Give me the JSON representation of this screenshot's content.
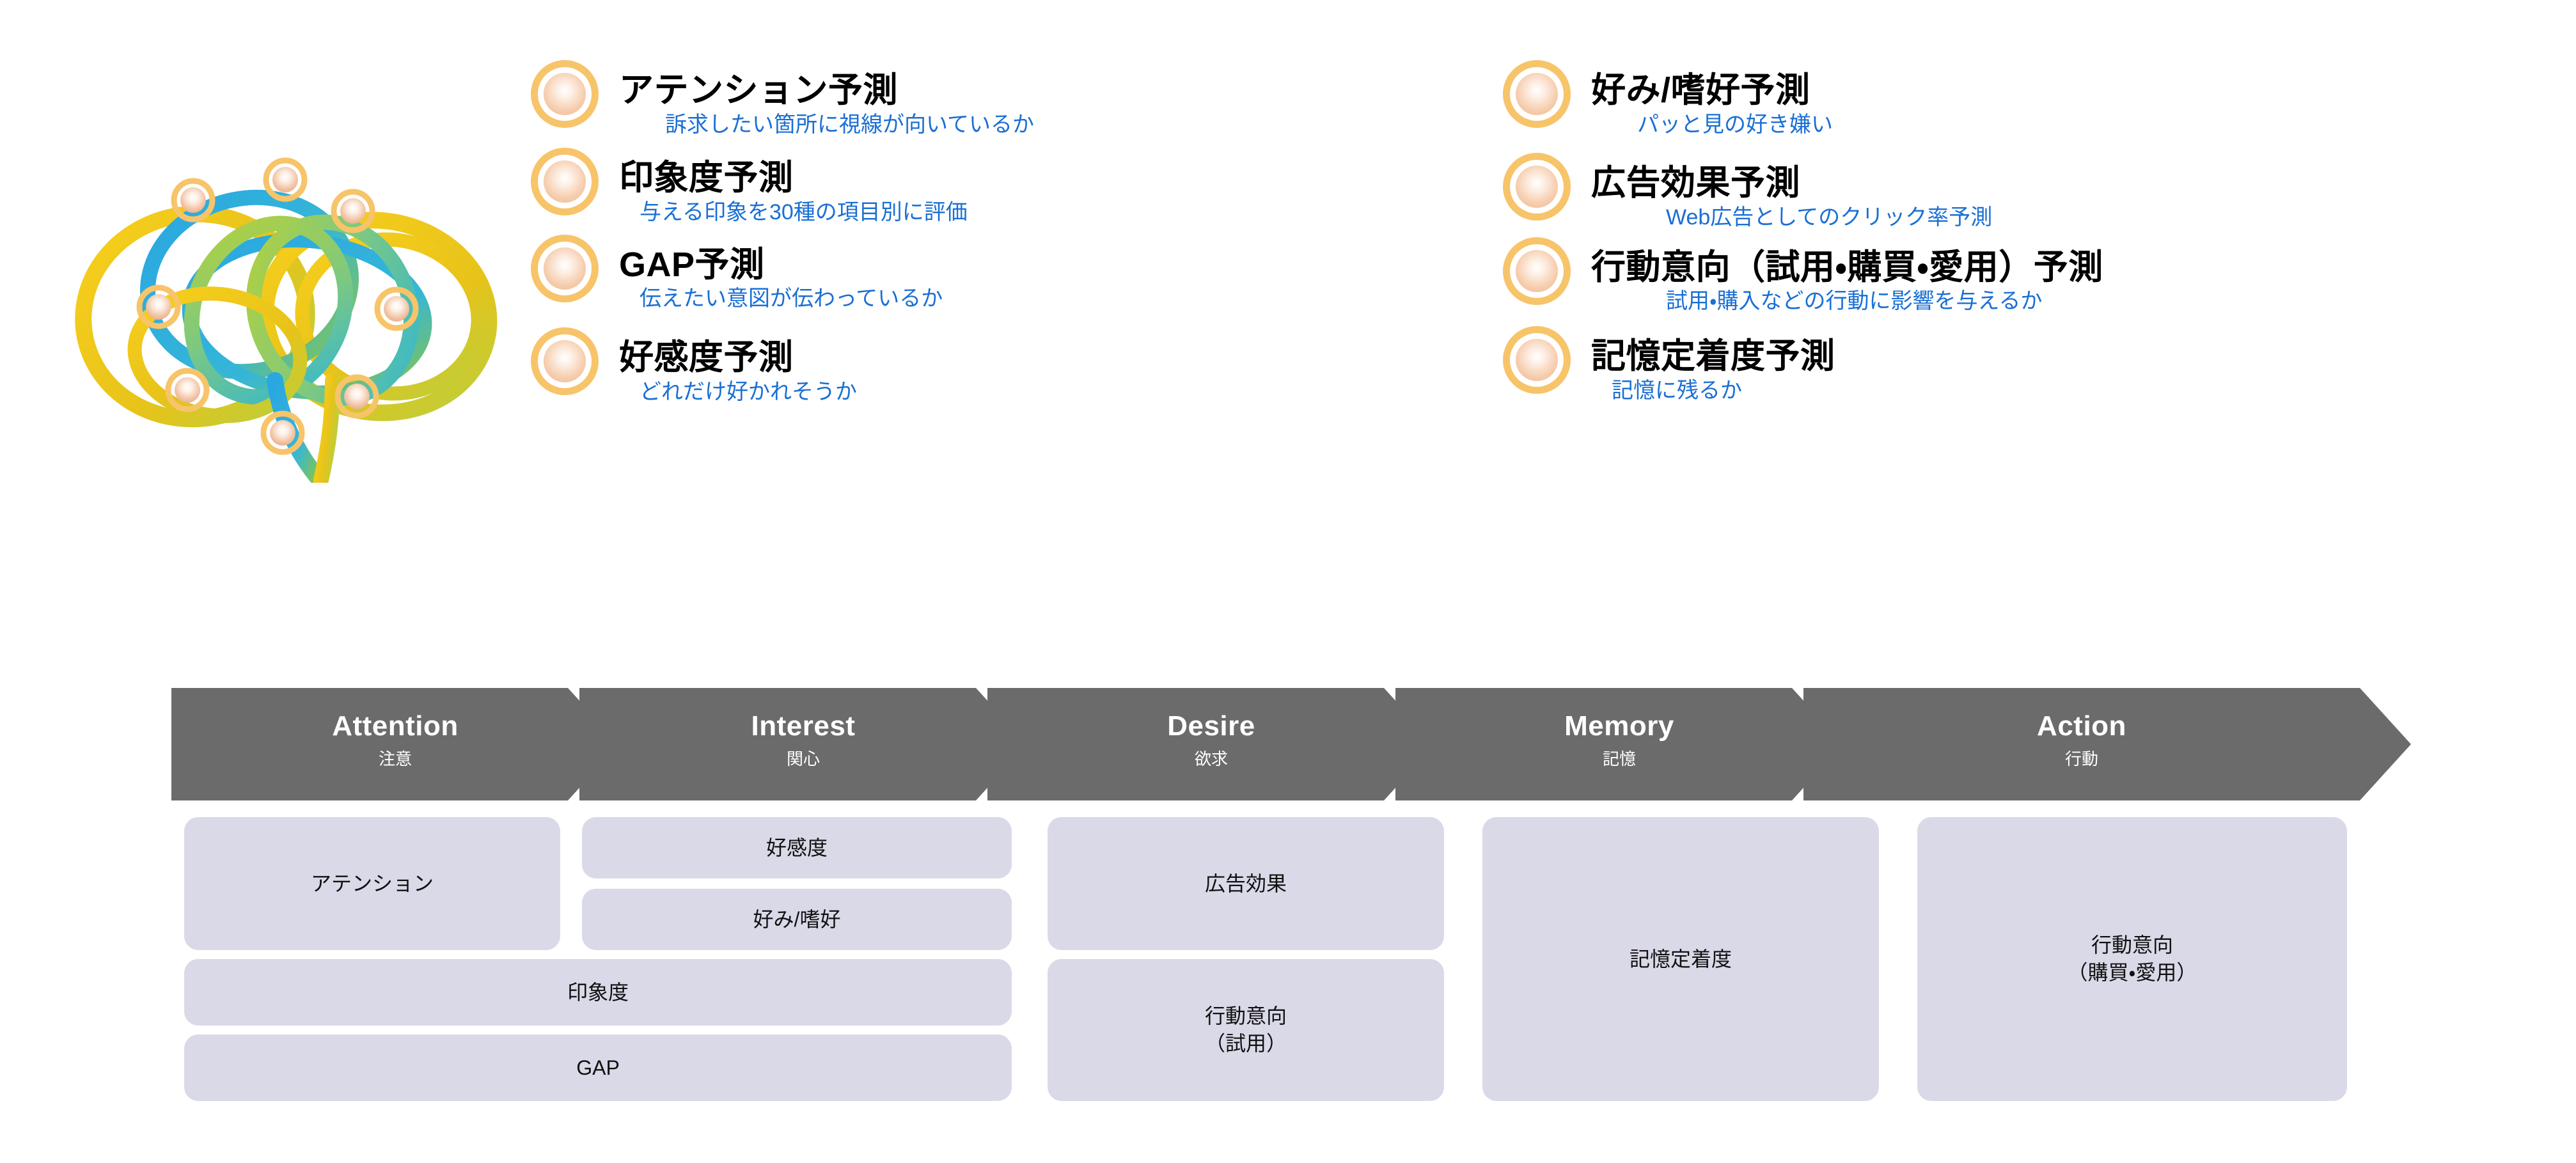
{
  "graphic": {
    "name": "brain-network-illustration",
    "colors": {
      "ring_yellow": "#f5c518",
      "ring_blue": "#29a3dd",
      "ring_green": "#9ec93a",
      "node_ring": "#f7c46a",
      "node_fill": "#f0bfa0"
    }
  },
  "theme": {
    "bullet_ring": "#f7c46a",
    "bullet_fill": "#f0bfa0",
    "subtitle_blue": "#1a6fd4",
    "band_gray": "#6b6b6b",
    "box_lavender": "#dad9e8",
    "background": "#ffffff"
  },
  "predictions": {
    "left": [
      {
        "icon": "target-ring-icon",
        "title": "アテンション予測",
        "subtitle": "訴求したい箇所に視線が向いているか"
      },
      {
        "icon": "target-ring-icon",
        "title": "印象度予測",
        "subtitle": "与える印象を30種の項目別に評価"
      },
      {
        "icon": "target-ring-icon",
        "title": "GAP予測",
        "subtitle": "伝えたい意図が伝わっているか"
      },
      {
        "icon": "target-ring-icon",
        "title": "好感度予測",
        "subtitle": "どれだけ好かれそうか"
      }
    ],
    "right": [
      {
        "icon": "target-ring-icon",
        "title": "好み/嗜好予測",
        "subtitle": "パッと見の好き嫌い"
      },
      {
        "icon": "target-ring-icon",
        "title": "広告効果予測",
        "subtitle": "Web広告としてのクリック率予測"
      },
      {
        "icon": "target-ring-icon",
        "title": "行動意向（試用・購買・愛用）予測",
        "subtitle": "試用・購入などの行動に影響を与えるか"
      },
      {
        "icon": "target-ring-icon",
        "title": "記憶定着度予測",
        "subtitle": "記憶に残るか"
      }
    ]
  },
  "aidma_band": {
    "stages": [
      {
        "en": "Attention",
        "jp": "注意"
      },
      {
        "en": "Interest",
        "jp": "関心"
      },
      {
        "en": "Desire",
        "jp": "欲求"
      },
      {
        "en": "Memory",
        "jp": "記憶"
      },
      {
        "en": "Action",
        "jp": "行動"
      }
    ]
  },
  "metric_boxes": [
    {
      "label": "アテンション",
      "stage": "Attention"
    },
    {
      "label": "好感度",
      "stage": "Interest"
    },
    {
      "label": "好み/嗜好",
      "stage": "Interest"
    },
    {
      "label": "印象度",
      "stage": "Attention-Interest"
    },
    {
      "label": "GAP",
      "stage": "Attention-Interest"
    },
    {
      "label": "広告効果",
      "stage": "Desire"
    },
    {
      "label": "行動意向",
      "label2": "（試用）",
      "stage": "Desire"
    },
    {
      "label": "記憶定着度",
      "stage": "Memory"
    },
    {
      "label": "行動意向",
      "label2": "（購買・愛用）",
      "stage": "Action"
    }
  ]
}
